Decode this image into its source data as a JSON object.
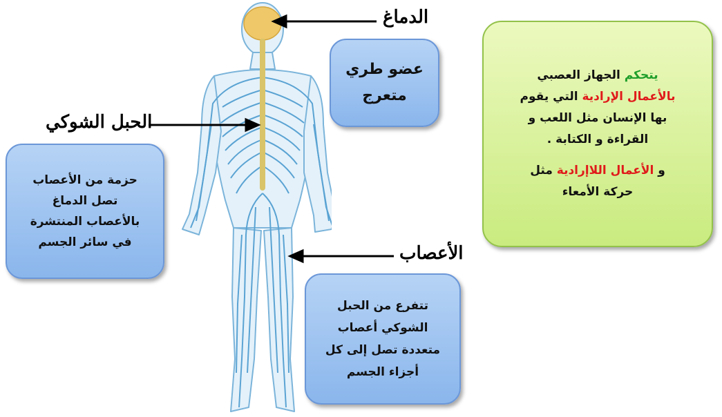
{
  "labels": {
    "brain": "الدماغ",
    "spinal_cord": "الحبل الشوكي",
    "nerves": "الأعصاب"
  },
  "boxes": {
    "peripheral_organ": {
      "line1": "عضو طري",
      "line2": "متعرج"
    },
    "spinal_def": {
      "line1": "حزمة من الأعصاب",
      "line2": "تصل الدماغ",
      "line3": "بالأعصاب المنتشرة",
      "line4": "في سائر الجسم"
    },
    "nerves_def": {
      "line1": "تتفرع من الحبل",
      "line2": "الشوكي أعصاب",
      "line3": "متعددة تصل إلى كل",
      "line4": "أجزاء الجسم"
    },
    "control": {
      "w_control": "يتحكم",
      "rest1": " الجهاز العصبي",
      "w_voluntary": "بالأعمال الإرادية",
      "rest2": " التي يقوم",
      "line3": "بها الإنسان مثل اللعب و",
      "line4": "القراءة و الكتابة .",
      "w_and": "و ",
      "w_involuntary": "الأعمال اللاإرادية",
      "rest3": " مثل",
      "line6": "حركة الأمعاء"
    }
  },
  "colors": {
    "nerve": "#5aa3d3",
    "brain": "#eec869",
    "spine": "#d9c46a",
    "blue_box": "#8ab6ec",
    "green_box": "#c9eb7f",
    "highlight_green": "#1e9e2a",
    "highlight_red": "#e01a1a"
  }
}
